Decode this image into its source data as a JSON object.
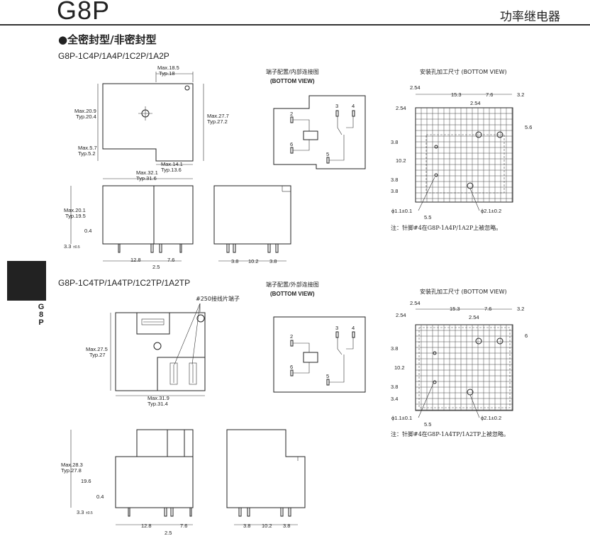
{
  "header": {
    "title": "G8P",
    "subtitle": "功率继电器"
  },
  "section": {
    "heading": "●全密封型/非密封型"
  },
  "side": {
    "tab_label": "G\n8\nP"
  },
  "group1": {
    "model": "G8P-1C4P/1A4P/1C2P/1A2P",
    "top_dims": {
      "w_max": "Max.18.5",
      "w_typ": "Typ.18",
      "h_max": "Max.20.9",
      "h_typ": "Typ.20.4",
      "h2_max": "Max.27.7",
      "h2_typ": "Typ.27.2",
      "s_max": "Max.5.7",
      "s_typ": "Typ.5.2",
      "b_max": "Max.14.1",
      "b_typ": "Typ.13.6"
    },
    "front_dims": {
      "w_max": "Max.32.1",
      "w_typ": "Typ.31.6",
      "h_max": "Max.20.1",
      "h_typ": "Typ.19.5",
      "p04": "0.4",
      "p33": "3.3",
      "p05": "±0.5",
      "d128": "12.8",
      "d76": "7.6",
      "d25": "2.5"
    },
    "side_dims": {
      "a": "3.8",
      "b": "10.2",
      "c": "3.8"
    },
    "terminal_title": "端子配置/内部连接图",
    "bottom_view": "(BOTTOM VIEW)",
    "pins": {
      "p1": "2",
      "p2": "6",
      "p3": "3",
      "p4": "4",
      "p5": "5"
    },
    "mount_title": "安装孔加工尺寸 (BOTTOM VIEW)",
    "mount_dims": {
      "a": "2.54",
      "b": "15.3",
      "c": "7.6",
      "d": "3.2",
      "e": "2.54",
      "f": "2.54",
      "g": "5.6",
      "h": "3.8",
      "i": "10.2",
      "j": "3.8",
      "k": "3.8",
      "hole1": "ϕ1.1±0.1",
      "hole2": "ϕ2.1±0.2",
      "w55": "5.5"
    },
    "note": "注：针脚#4在G8P-1A4P/1A2P上被忽略。"
  },
  "group2": {
    "model": "G8P-1C4TP/1A4TP/1C2TP/1A2TP",
    "tab_label": "#250接线片端子",
    "dims": {
      "h_max": "Max.27.5",
      "h_typ": "Typ.27",
      "w_max": "Max.31.9",
      "w_typ": "Typ.31.4"
    },
    "front_dims": {
      "h_max": "Max.28.3",
      "h_typ": "Typ.27.8",
      "d196": "19.6",
      "p04": "0.4",
      "p33": "3.3",
      "p05": "±0.5",
      "d128": "12.8",
      "d76": "7.6",
      "d25": "2.5"
    },
    "side_dims": {
      "a": "3.8",
      "b": "10.2",
      "c": "3.8"
    },
    "terminal_title": "端子配置/外部连接图",
    "bottom_view": "(BOTTOM VIEW)",
    "pins": {
      "p1": "2",
      "p2": "6",
      "p3": "3",
      "p4": "4",
      "p5": "5"
    },
    "mount_title": "安装孔加工尺寸 (BOTTOM VIEW)",
    "mount_dims": {
      "a": "2.54",
      "b": "15.3",
      "c": "7.6",
      "d": "3.2",
      "e": "2.54",
      "f": "2.54",
      "g": "6",
      "h": "3.8",
      "i": "10.2",
      "j": "3.8",
      "k": "3.4",
      "hole1": "ϕ1.1±0.1",
      "hole2": "ϕ2.1±0.2",
      "w55": "5.5"
    },
    "note": "注：针脚#4在G8P-1A4TP/1A2TP上被忽略。"
  }
}
